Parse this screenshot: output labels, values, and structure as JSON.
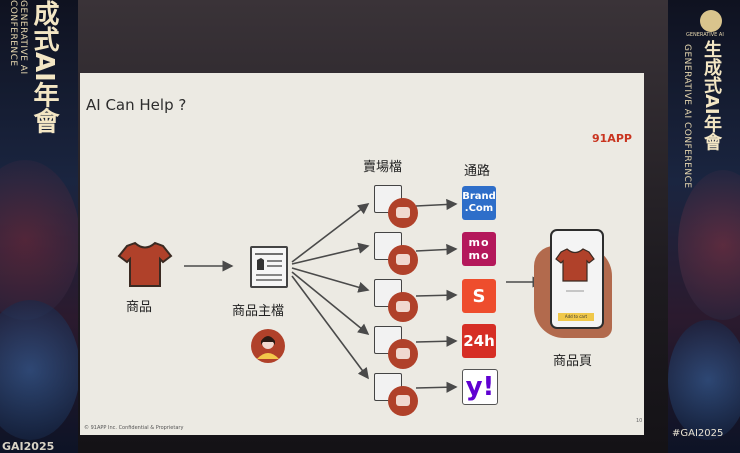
{
  "slide": {
    "title": "AI Can Help ?",
    "brand": "91APP",
    "footer": "© 91APP Inc. Confidential & Proprietary",
    "page_number": "10"
  },
  "flow": {
    "product_label": "商品",
    "master_label": "商品主檔",
    "store_file_label": "賣場檔",
    "channel_label": "通路",
    "product_page_label": "商品頁",
    "add_to_cart": "Add to cart"
  },
  "channels": [
    {
      "name": "brand-com",
      "line1": "Brand",
      "line2": ".Com",
      "color": "#2e6ec9"
    },
    {
      "name": "momo",
      "line1": "mo",
      "line2": "mo",
      "color": "#b4185b"
    },
    {
      "name": "shopee",
      "line1": "S",
      "line2": "",
      "color": "#ee4d2d"
    },
    {
      "name": "pchome-24h",
      "line1": "24h",
      "line2": "",
      "color": "#d62e25"
    },
    {
      "name": "yahoo",
      "line1": "y!",
      "line2": "",
      "color": "#5f01d1"
    }
  ],
  "banners": {
    "left_title": "成式AI年會",
    "left_sub": "GENERATIVE AI CONFERENCE",
    "left_bottom": "GAI2025",
    "right_title": "生成式AI年會",
    "right_sub": "GENERATIVE AI CONFERENCE",
    "right_logo": "GENERATIVE AI",
    "hashtag": "#GAI2025"
  },
  "colors": {
    "accent_red": "#b0412a",
    "screen_bg": "#eceae3"
  }
}
